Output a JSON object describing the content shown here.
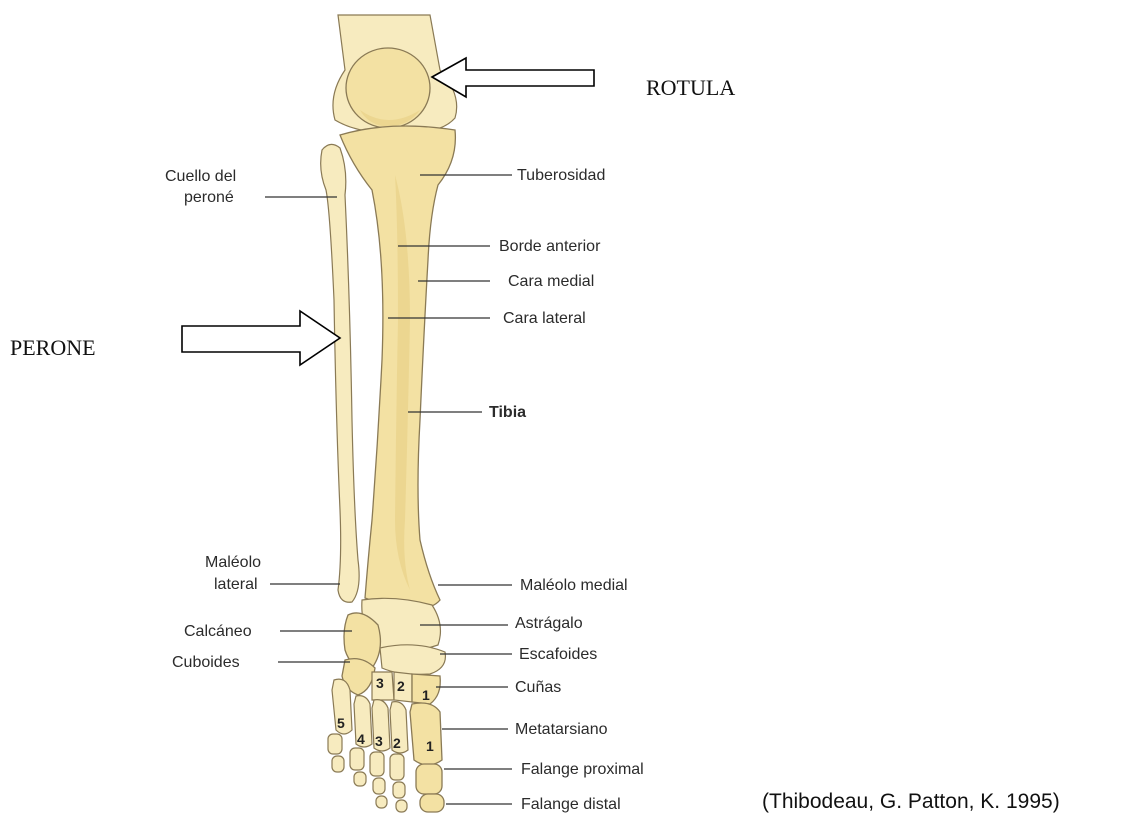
{
  "labels": {
    "rotula": "ROTULA",
    "perone": "PERONE",
    "cuello_line1": "Cuello del",
    "cuello_line2": "peroné",
    "tuberosidad": "Tuberosidad",
    "borde_anterior": "Borde anterior",
    "cara_medial": "Cara medial",
    "cara_lateral": "Cara lateral",
    "tibia": "Tibia",
    "maleolo_lateral_line1": "Maléolo",
    "maleolo_lateral_line2": "lateral",
    "maleolo_medial": "Maléolo medial",
    "calcaneo": "Calcáneo",
    "astragalo": "Astrágalo",
    "cuboides": "Cuboides",
    "escafoides": "Escafoides",
    "cunas": "Cuñas",
    "metatarsiano": "Metatarsiano",
    "falange_proximal": "Falange proximal",
    "falange_distal": "Falange distal"
  },
  "cuneiform_numbers": [
    "3",
    "2",
    "1"
  ],
  "metatarsal_numbers": [
    "5",
    "4",
    "3",
    "2",
    "1"
  ],
  "citation": "(Thibodeau, G. Patton, K. 1995)",
  "colors": {
    "bone": "#f3e1a3",
    "outline": "#8a7a55",
    "background": "#ffffff"
  }
}
